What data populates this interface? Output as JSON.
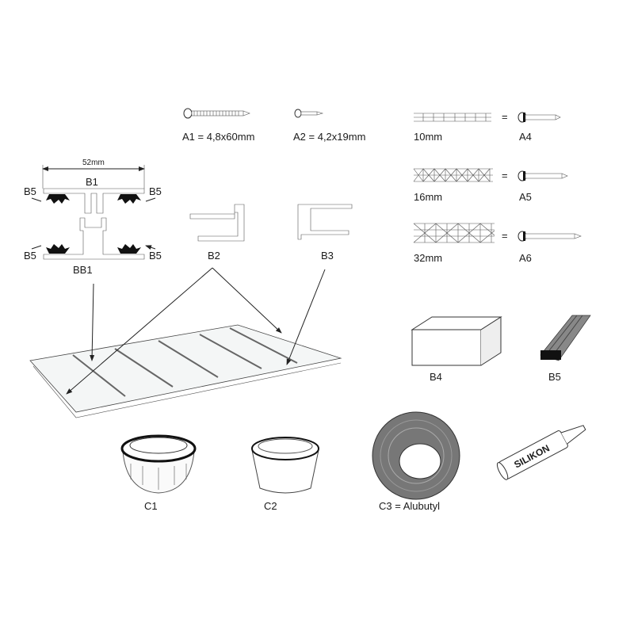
{
  "screws": {
    "a1": "A1 = 4,8x60mm",
    "a2": "A2 = 4,2x19mm"
  },
  "panels": [
    {
      "thickness": "10mm",
      "equals": "=",
      "screw": "A4"
    },
    {
      "thickness": "16mm",
      "equals": "=",
      "screw": "A5"
    },
    {
      "thickness": "32mm",
      "equals": "=",
      "screw": "A6"
    }
  ],
  "profile": {
    "width": "52mm",
    "top": "B1",
    "bottom": "BB1",
    "gasket": "B5"
  },
  "edges": {
    "b2": "B2",
    "b3": "B3"
  },
  "accessories": {
    "b4": "B4",
    "b5": "B5"
  },
  "tapes": {
    "c1": "C1",
    "c2": "C2",
    "c3": "C3 = Alubutyl"
  },
  "silicone": {
    "label": "SILIKON"
  }
}
